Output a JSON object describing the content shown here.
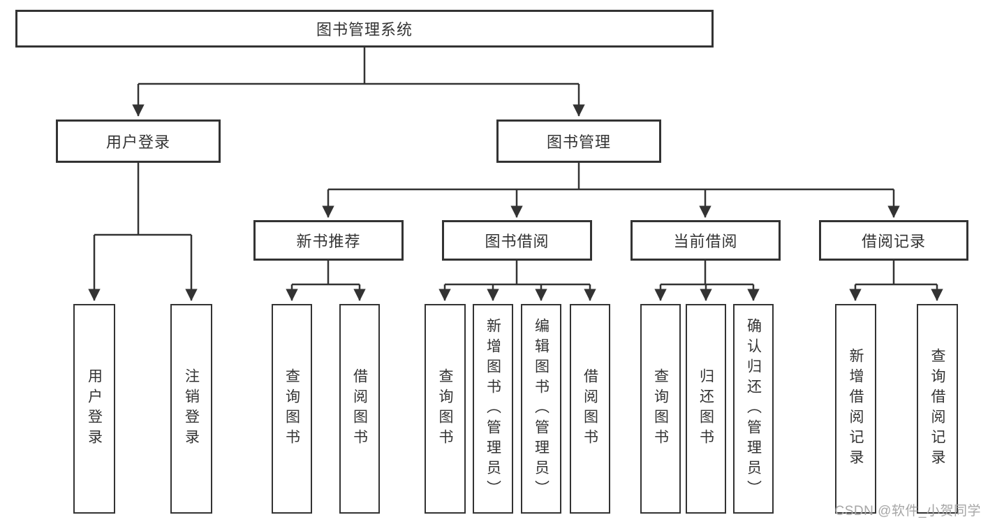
{
  "diagram": {
    "root": {
      "label": "图书管理系统"
    },
    "level2": {
      "user_login": {
        "label": "用户登录"
      },
      "book_mgmt": {
        "label": "图书管理"
      }
    },
    "level3": {
      "new_book_rec": {
        "label": "新书推荐"
      },
      "book_borrow": {
        "label": "图书借阅"
      },
      "current_borrow": {
        "label": "当前借阅"
      },
      "borrow_records": {
        "label": "借阅记录"
      }
    },
    "leaves": {
      "user_login": {
        "label": "用户登录"
      },
      "logout": {
        "label": "注销登录"
      },
      "nb_query_book": {
        "label": "查询图书"
      },
      "nb_borrow_book": {
        "label": "借阅图书"
      },
      "bw_query_book": {
        "label": "查询图书"
      },
      "bw_add_book": {
        "label": "新增图书（管理员）"
      },
      "bw_edit_book": {
        "label": "编辑图书（管理员）"
      },
      "bw_borrow_book": {
        "label": "借阅图书"
      },
      "cur_query_book": {
        "label": "查询图书"
      },
      "cur_return_book": {
        "label": "归还图书"
      },
      "cur_confirm_return": {
        "label": "确认归还（管理员）"
      },
      "rec_add_record": {
        "label": "新增借阅记录"
      },
      "rec_query_record": {
        "label": "查询借阅记录"
      }
    }
  },
  "watermark": {
    "text": "CSDN @软件_小贺同学"
  },
  "colors": {
    "line": "#333333",
    "text": "#333333",
    "node_background": "#ffffff",
    "page_background": "#ffffff",
    "watermark": "#a6a6a6"
  }
}
